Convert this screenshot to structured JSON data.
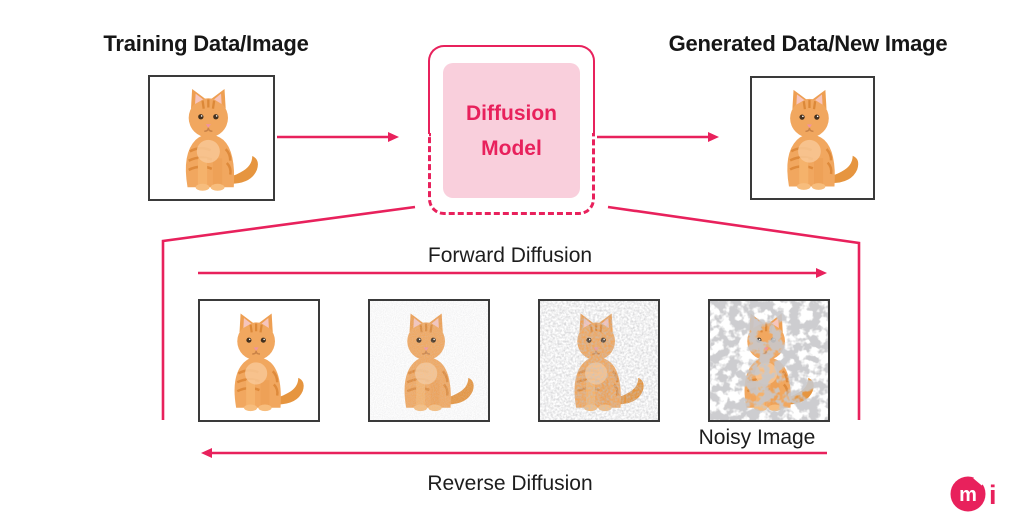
{
  "colors": {
    "accent": "#e8215c",
    "pink_fill": "#f9cfdc",
    "text_dark": "#161616"
  },
  "labels": {
    "training_title": "Training Data/Image",
    "generated_title": "Generated Data/New Image",
    "diffusion_model_line1": "Diffusion",
    "diffusion_model_line2": "Model",
    "forward": "Forward Diffusion",
    "reverse": "Reverse Diffusion",
    "noisy": "Noisy Image"
  },
  "images": {
    "training": {
      "description": "orange tabby kitten",
      "noise": "none"
    },
    "generated": {
      "description": "orange tabby kitten",
      "noise": "none"
    },
    "steps": [
      {
        "description": "orange tabby kitten",
        "noise": "none"
      },
      {
        "description": "orange tabby kitten",
        "noise": "light"
      },
      {
        "description": "orange tabby kitten",
        "noise": "medium"
      },
      {
        "description": "orange tabby kitten",
        "noise": "heavy"
      }
    ]
  },
  "logo": {
    "letter_m": "m",
    "letter_i": "i"
  }
}
